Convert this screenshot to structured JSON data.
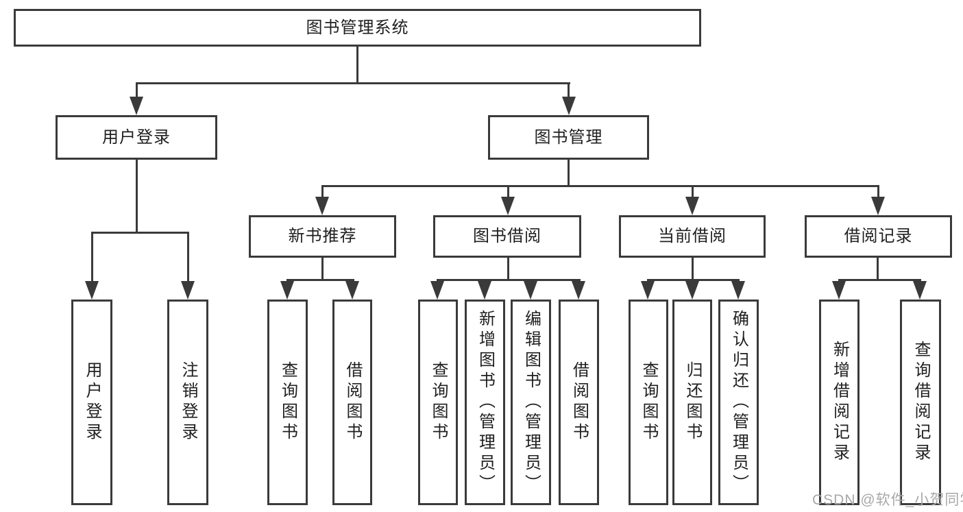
{
  "diagram_title": "图书管理系统",
  "tree": {
    "label": "图书管理系统",
    "children": [
      {
        "label": "用户登录",
        "children": [
          {
            "label": "用户登录"
          },
          {
            "label": "注销登录"
          }
        ]
      },
      {
        "label": "图书管理",
        "children": [
          {
            "label": "新书推荐",
            "children": [
              {
                "label": "查询图书"
              },
              {
                "label": "借阅图书"
              }
            ]
          },
          {
            "label": "图书借阅",
            "children": [
              {
                "label": "查询图书"
              },
              {
                "label": "新增图书（管理员）"
              },
              {
                "label": "编辑图书（管理员）"
              },
              {
                "label": "借阅图书"
              }
            ]
          },
          {
            "label": "当前借阅",
            "children": [
              {
                "label": "查询图书"
              },
              {
                "label": "归还图书"
              },
              {
                "label": "确认归还（管理员）"
              }
            ]
          },
          {
            "label": "借阅记录",
            "children": [
              {
                "label": "新增借阅记录"
              },
              {
                "label": "查询借阅记录"
              }
            ]
          }
        ]
      }
    ]
  },
  "watermark": {
    "text": "CSDN @软件_小贺同学"
  },
  "colors": {
    "line": "#3a3a3a",
    "text": "#1f1f1f",
    "background": "#ffffff",
    "watermark": "#a8a8a8"
  }
}
